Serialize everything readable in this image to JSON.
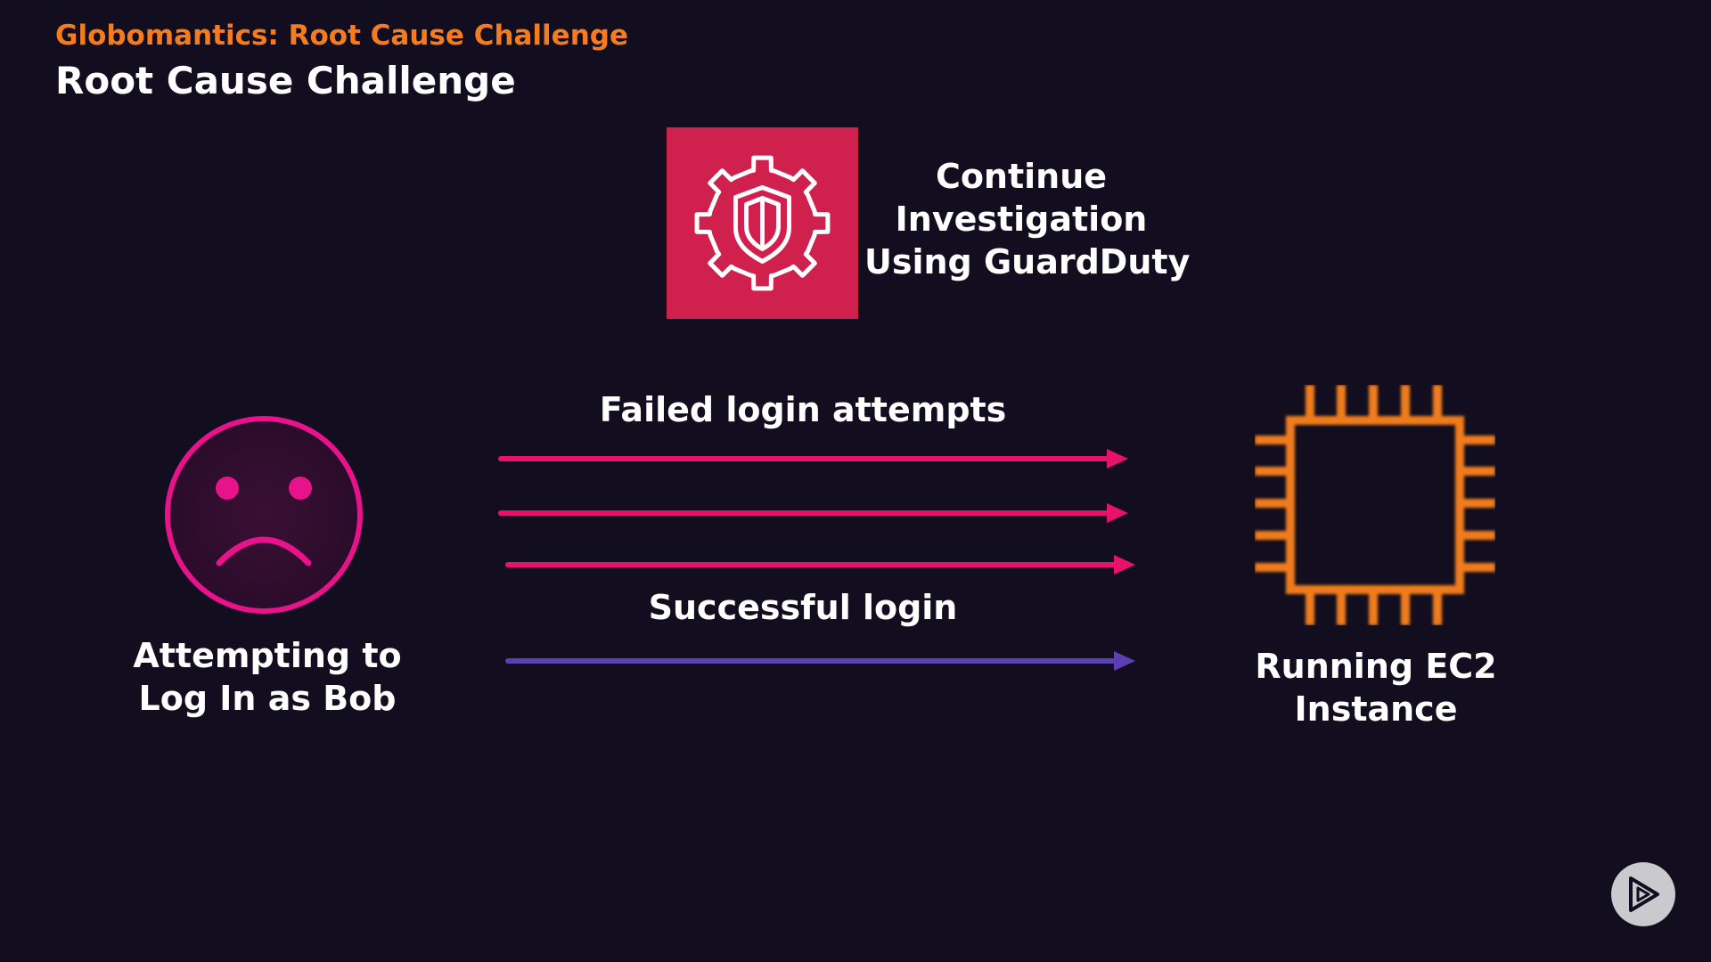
{
  "header": {
    "eyebrow": "Globomantics: Root Cause Challenge",
    "title": "Root Cause Challenge"
  },
  "guardduty": {
    "icon": "guardduty-shield-gear-icon",
    "label_lines": [
      "Continue",
      "Investigation",
      "Using GuardDuty"
    ]
  },
  "user": {
    "icon": "sad-face-icon",
    "label_lines": [
      "Attempting to",
      "Log In as Bob"
    ]
  },
  "arrows": {
    "failed_label": "Failed login attempts",
    "success_label": "Successful login"
  },
  "instance": {
    "icon": "ec2-instance-chip-icon",
    "label_lines": [
      "Running EC2",
      "Instance"
    ]
  },
  "player": {
    "icon": "play-icon"
  },
  "colors": {
    "background": "#120e20",
    "eyebrow": "#f47c20",
    "guardduty_tile": "#d0214e",
    "failed_arrow": "#e8126e",
    "success_arrow": "#5b3fb3",
    "face": "#e8128a",
    "chip": "#ef7b1a"
  }
}
